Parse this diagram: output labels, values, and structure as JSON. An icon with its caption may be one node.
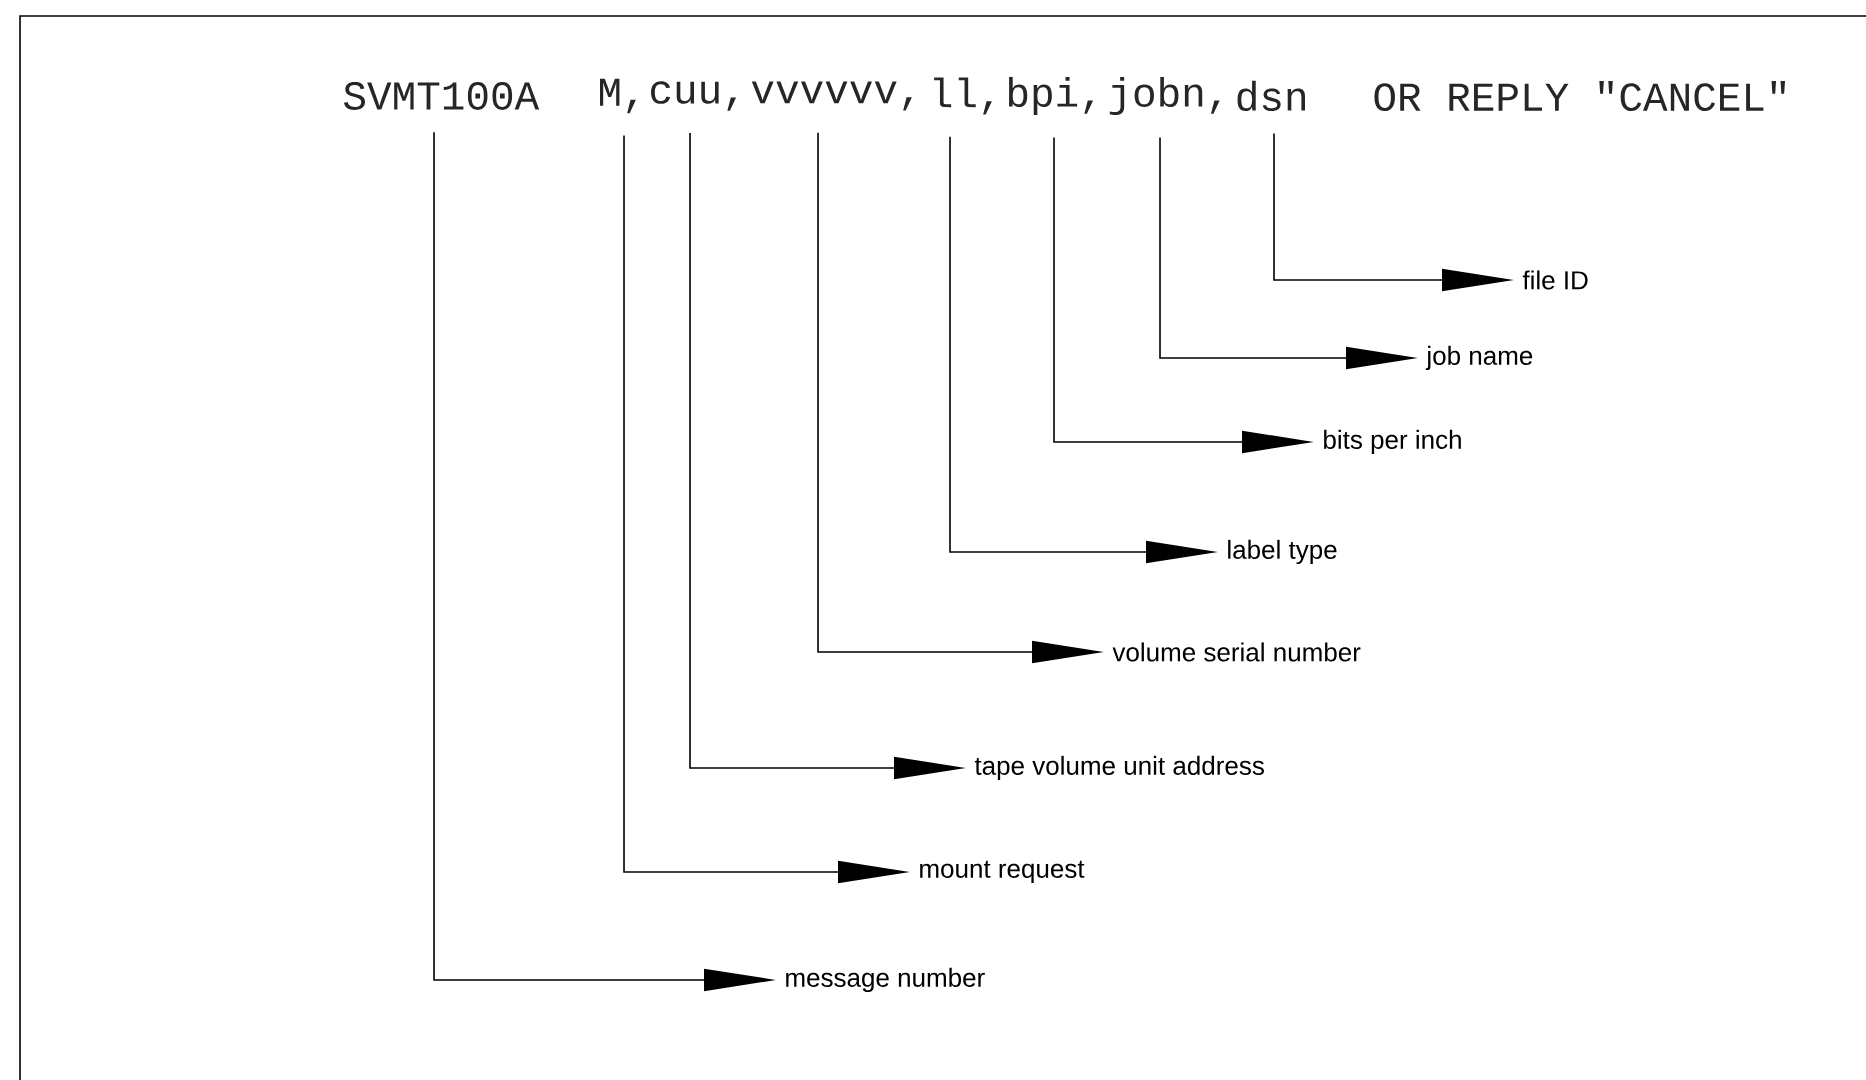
{
  "diagram": {
    "nodes": [
      {
        "text": [
          "SVMT100A"
        ]
      },
      {
        "text": [
          "M,"
        ]
      },
      {
        "text": [
          "cuu,"
        ]
      },
      {
        "text": [
          "vvvvvv,"
        ]
      },
      {
        "text": [
          "ll,"
        ]
      },
      {
        "text": [
          "bpi,"
        ]
      },
      {
        "text": [
          "jobn,"
        ]
      },
      {
        "text": [
          "dsn"
        ]
      },
      {
        "text": [
          "file ID"
        ]
      },
      {
        "text": [
          "job name"
        ]
      },
      {
        "text": [
          "bits per inch"
        ]
      },
      {
        "text": [
          "label type"
        ]
      },
      {
        "text": [
          "volume serial number"
        ]
      },
      {
        "text": [
          "tape volume unit address"
        ]
      },
      {
        "text": [
          "mount request"
        ]
      },
      {
        "text": [
          "message number"
        ]
      }
    ],
    "edges": [
      {
        "from": 7,
        "to": 8,
        "arrow": "to"
      },
      {
        "from": 6,
        "to": 9,
        "arrow": "to"
      },
      {
        "from": 5,
        "to": 10,
        "arrow": "to"
      },
      {
        "from": 4,
        "to": 11,
        "arrow": "to"
      },
      {
        "from": 3,
        "to": 12,
        "arrow": "to"
      },
      {
        "from": 2,
        "to": 13,
        "arrow": "to"
      },
      {
        "from": 1,
        "to": 14,
        "arrow": "to"
      },
      {
        "from": 0,
        "to": 15,
        "arrow": "to"
      }
    ],
    "labels": [
      "OR REPLY \"CANCEL\""
    ]
  }
}
